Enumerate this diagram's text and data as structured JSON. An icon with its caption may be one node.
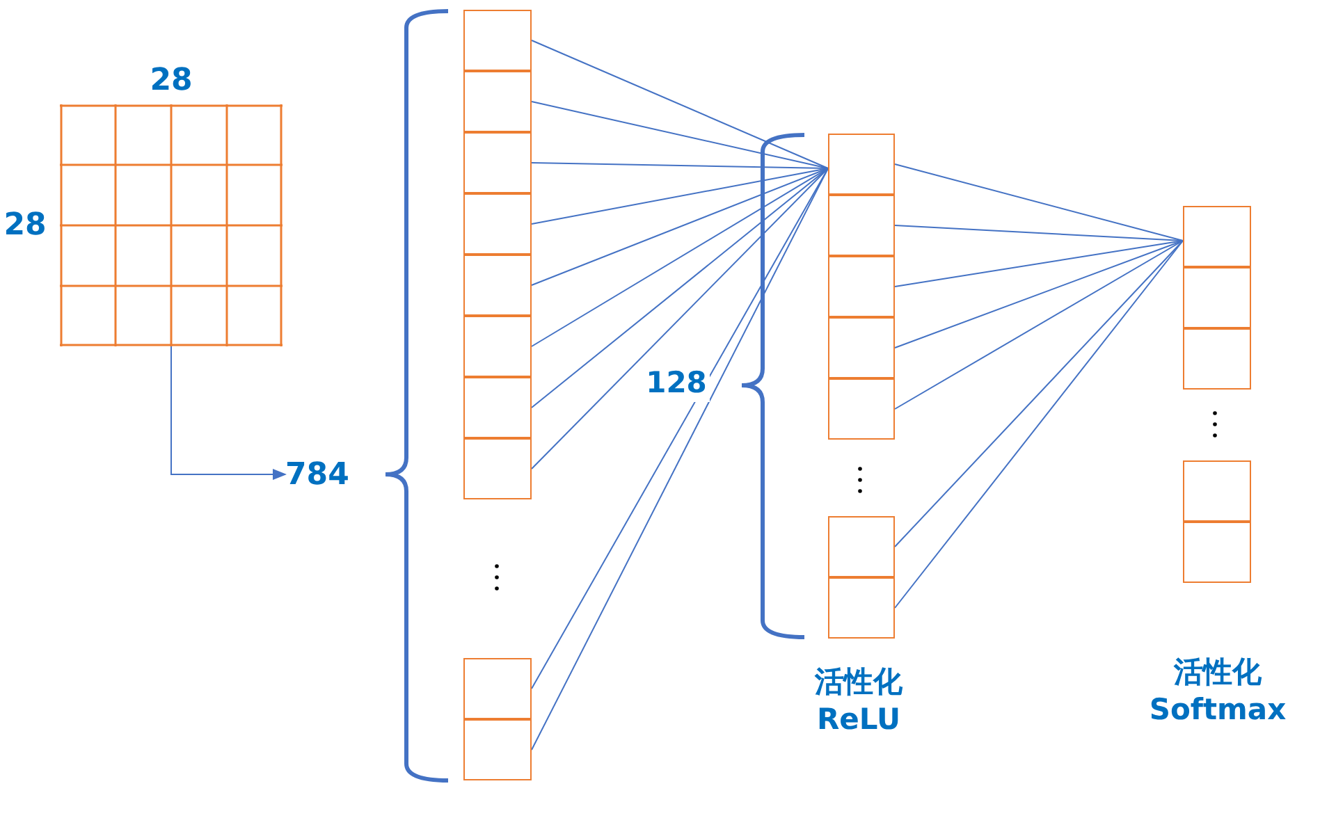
{
  "diagram": {
    "nodes": [
      {
        "text": [],
        "shape": "box",
        "beside": [
          "28",
          "28"
        ]
      },
      {
        "text": [
          "784"
        ]
      },
      {
        "text": [],
        "shape": "box"
      },
      {
        "text": [],
        "shape": "box"
      },
      {
        "text": [],
        "shape": "box"
      },
      {
        "text": [],
        "shape": "box"
      },
      {
        "text": [],
        "shape": "box"
      },
      {
        "text": [],
        "shape": "box"
      },
      {
        "text": [],
        "shape": "box"
      },
      {
        "text": [],
        "shape": "box"
      },
      {
        "text": [],
        "shape": "box"
      },
      {
        "text": [],
        "shape": "box"
      },
      {
        "text": [],
        "shape": "box"
      },
      {
        "text": [],
        "shape": "box"
      },
      {
        "text": [],
        "shape": "box"
      },
      {
        "text": [],
        "shape": "box"
      },
      {
        "text": [],
        "shape": "box"
      },
      {
        "text": [],
        "shape": "box"
      },
      {
        "text": [],
        "shape": "box"
      },
      {
        "text": [],
        "shape": "box"
      },
      {
        "text": [],
        "shape": "box"
      },
      {
        "text": [],
        "shape": "box"
      },
      {
        "text": [],
        "shape": "box"
      },
      {
        "text": [],
        "shape": "box"
      }
    ],
    "edges": [
      {
        "from": 0,
        "to": 1,
        "arrow": "to"
      },
      {
        "from": 2,
        "to": 12,
        "arrow": "none"
      },
      {
        "from": 3,
        "to": 12,
        "arrow": "none"
      },
      {
        "from": 4,
        "to": 12,
        "arrow": "none"
      },
      {
        "from": 5,
        "to": 12,
        "arrow": "none"
      },
      {
        "from": 6,
        "to": 12,
        "arrow": "none"
      },
      {
        "from": 7,
        "to": 12,
        "arrow": "none"
      },
      {
        "from": 8,
        "to": 12,
        "arrow": "none"
      },
      {
        "from": 9,
        "to": 12,
        "arrow": "none"
      },
      {
        "from": 10,
        "to": 12,
        "arrow": "none"
      },
      {
        "from": 11,
        "to": 12,
        "arrow": "none"
      },
      {
        "from": 12,
        "to": 19,
        "arrow": "none"
      },
      {
        "from": 13,
        "to": 19,
        "arrow": "none"
      },
      {
        "from": 14,
        "to": 19,
        "arrow": "none"
      },
      {
        "from": 15,
        "to": 19,
        "arrow": "none"
      },
      {
        "from": 16,
        "to": 19,
        "arrow": "none"
      },
      {
        "from": 17,
        "to": 19,
        "arrow": "none"
      },
      {
        "from": 18,
        "to": 19,
        "arrow": "none"
      }
    ],
    "labels": [
      "128",
      "活性化 ReLU",
      "活性化 Softmax"
    ]
  }
}
